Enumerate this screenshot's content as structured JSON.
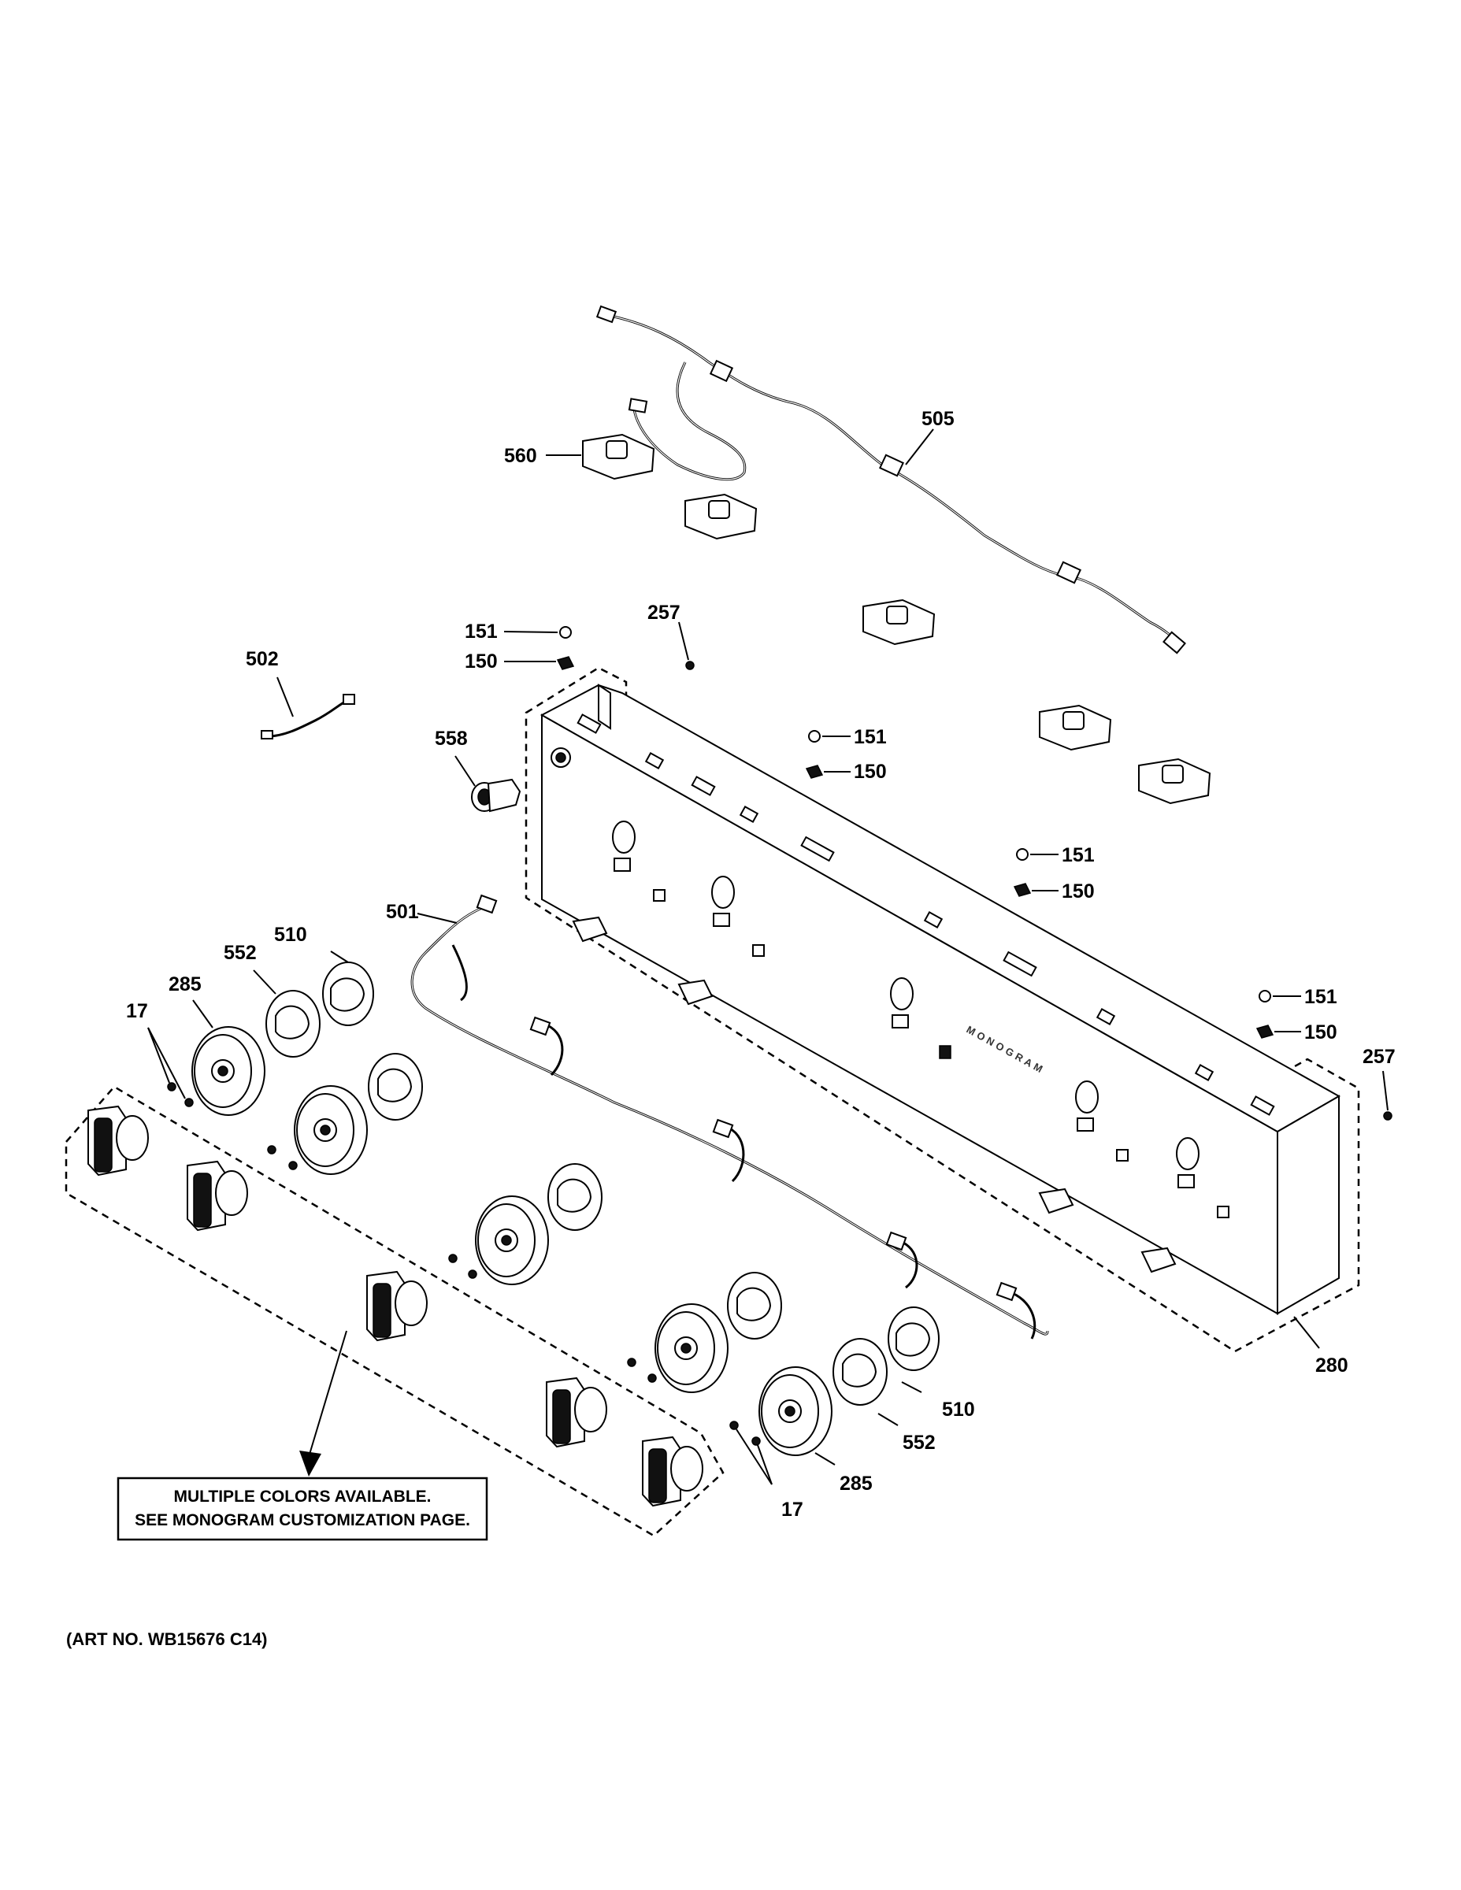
{
  "callouts": [
    {
      "id": "c505",
      "text": "505"
    },
    {
      "id": "c560",
      "text": "560"
    },
    {
      "id": "c151a",
      "text": "151"
    },
    {
      "id": "c150a",
      "text": "150"
    },
    {
      "id": "c257a",
      "text": "257"
    },
    {
      "id": "c502",
      "text": "502"
    },
    {
      "id": "c558",
      "text": "558"
    },
    {
      "id": "c151b",
      "text": "151"
    },
    {
      "id": "c150b",
      "text": "150"
    },
    {
      "id": "c151c",
      "text": "151"
    },
    {
      "id": "c150c",
      "text": "150"
    },
    {
      "id": "c501",
      "text": "501"
    },
    {
      "id": "c510a",
      "text": "510"
    },
    {
      "id": "c552a",
      "text": "552"
    },
    {
      "id": "c285a",
      "text": "285"
    },
    {
      "id": "c17a",
      "text": "17"
    },
    {
      "id": "c151d",
      "text": "151"
    },
    {
      "id": "c150d",
      "text": "150"
    },
    {
      "id": "c257b",
      "text": "257"
    },
    {
      "id": "c280",
      "text": "280"
    },
    {
      "id": "c510b",
      "text": "510"
    },
    {
      "id": "c552b",
      "text": "552"
    },
    {
      "id": "c285b",
      "text": "285"
    },
    {
      "id": "c17b",
      "text": "17"
    }
  ],
  "note": {
    "line1": "MULTIPLE COLORS AVAILABLE.",
    "line2": "SEE MONOGRAM CUSTOMIZATION PAGE."
  },
  "panel_brand": "MONOGRAM",
  "art_number": "(ART NO. WB15676 C14)"
}
